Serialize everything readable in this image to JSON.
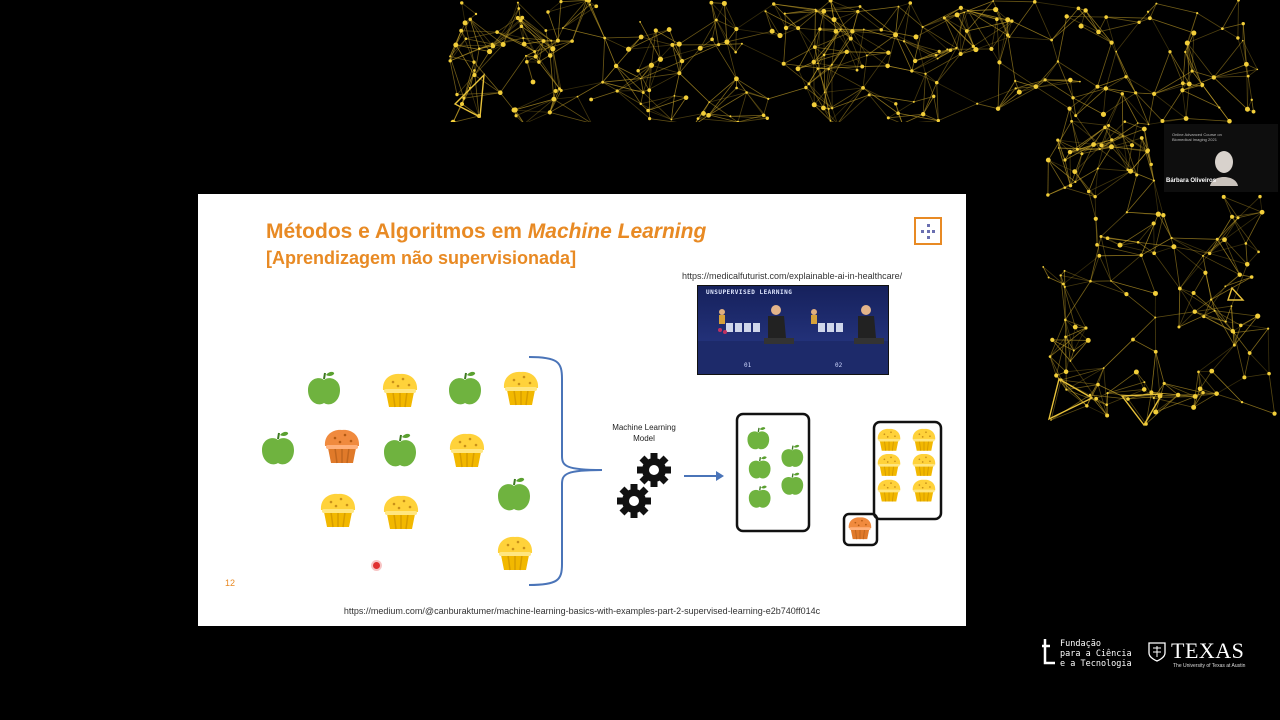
{
  "slide": {
    "title_main": "Métodos e Algoritmos em ",
    "title_emph": "Machine Learning",
    "subtitle": "[Aprendizagem não supervisionada]",
    "url_top": "https://medicalfuturist.com/explainable-ai-in-healthcare/",
    "thumbnail": {
      "label": "UNSUPERVISED LEARNING",
      "step_1": "01",
      "step_2": "02"
    },
    "model_label": "Machine Learning Model",
    "page_number": "12",
    "url_bottom": "https://medium.com/@canburaktumer/machine-learning-basics-with-examples-part-2-supervised-learning-e2b740ff014c"
  },
  "participant": {
    "name": "Bárbara Oliveiros",
    "title_line_1": "Online Advanced Course on",
    "title_line_2": "Biomedical Imaging 2021"
  },
  "logos": {
    "fct_text": "Fundação\npara a Ciência\ne a Tecnologia",
    "ut_name": "TEXAS",
    "ut_subtitle": "The University of Texas at Austin"
  },
  "colors": {
    "accent": "#e88a24",
    "apple": "#6fb33f",
    "muffin": "#f5c518",
    "background": "#000000"
  }
}
